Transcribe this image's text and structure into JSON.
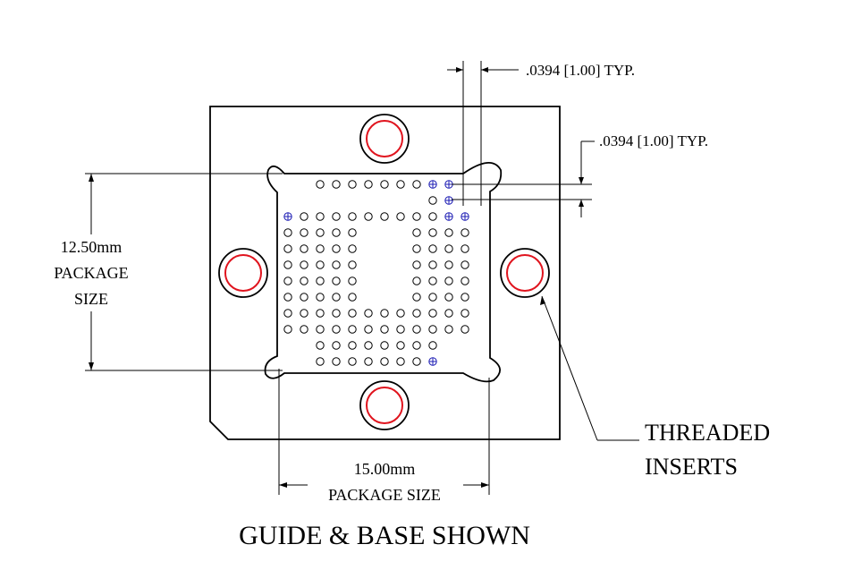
{
  "labels": {
    "pitch_top": ".0394 [1.00] TYP.",
    "pitch_right": ".0394 [1.00] TYP.",
    "height_value": "12.50mm",
    "height_line2": "PACKAGE",
    "height_line3": "SIZE",
    "width_value": "15.00mm",
    "width_line2": "PACKAGE SIZE",
    "callout_line1": "THREADED",
    "callout_line2": "INSERTS",
    "title": "GUIDE & BASE SHOWN"
  },
  "colors": {
    "line": "#000000",
    "insert_ring": "#e0141e",
    "marked_pad": "#1c1cb4"
  },
  "pad_grid": {
    "columns": 12,
    "rows": 12,
    "pitch_mm": 1.0,
    "empty_positions": [
      [
        0,
        0
      ],
      [
        0,
        1
      ],
      [
        0,
        11
      ],
      [
        1,
        0
      ],
      [
        1,
        1
      ],
      [
        1,
        2
      ],
      [
        1,
        3
      ],
      [
        1,
        4
      ],
      [
        1,
        5
      ],
      [
        1,
        6
      ],
      [
        1,
        7
      ],
      [
        1,
        8
      ],
      [
        1,
        11
      ],
      [
        10,
        0
      ],
      [
        10,
        1
      ],
      [
        10,
        10
      ],
      [
        10,
        11
      ],
      [
        11,
        0
      ],
      [
        11,
        1
      ],
      [
        11,
        10
      ],
      [
        11,
        11
      ]
    ],
    "center_void": {
      "rows": [
        3,
        7
      ],
      "cols": [
        5,
        7
      ]
    },
    "marked_positions": [
      [
        0,
        9
      ],
      [
        0,
        10
      ],
      [
        1,
        10
      ],
      [
        2,
        0
      ],
      [
        2,
        10
      ],
      [
        2,
        11
      ],
      [
        11,
        9
      ]
    ]
  },
  "threaded_insert_count": 4
}
